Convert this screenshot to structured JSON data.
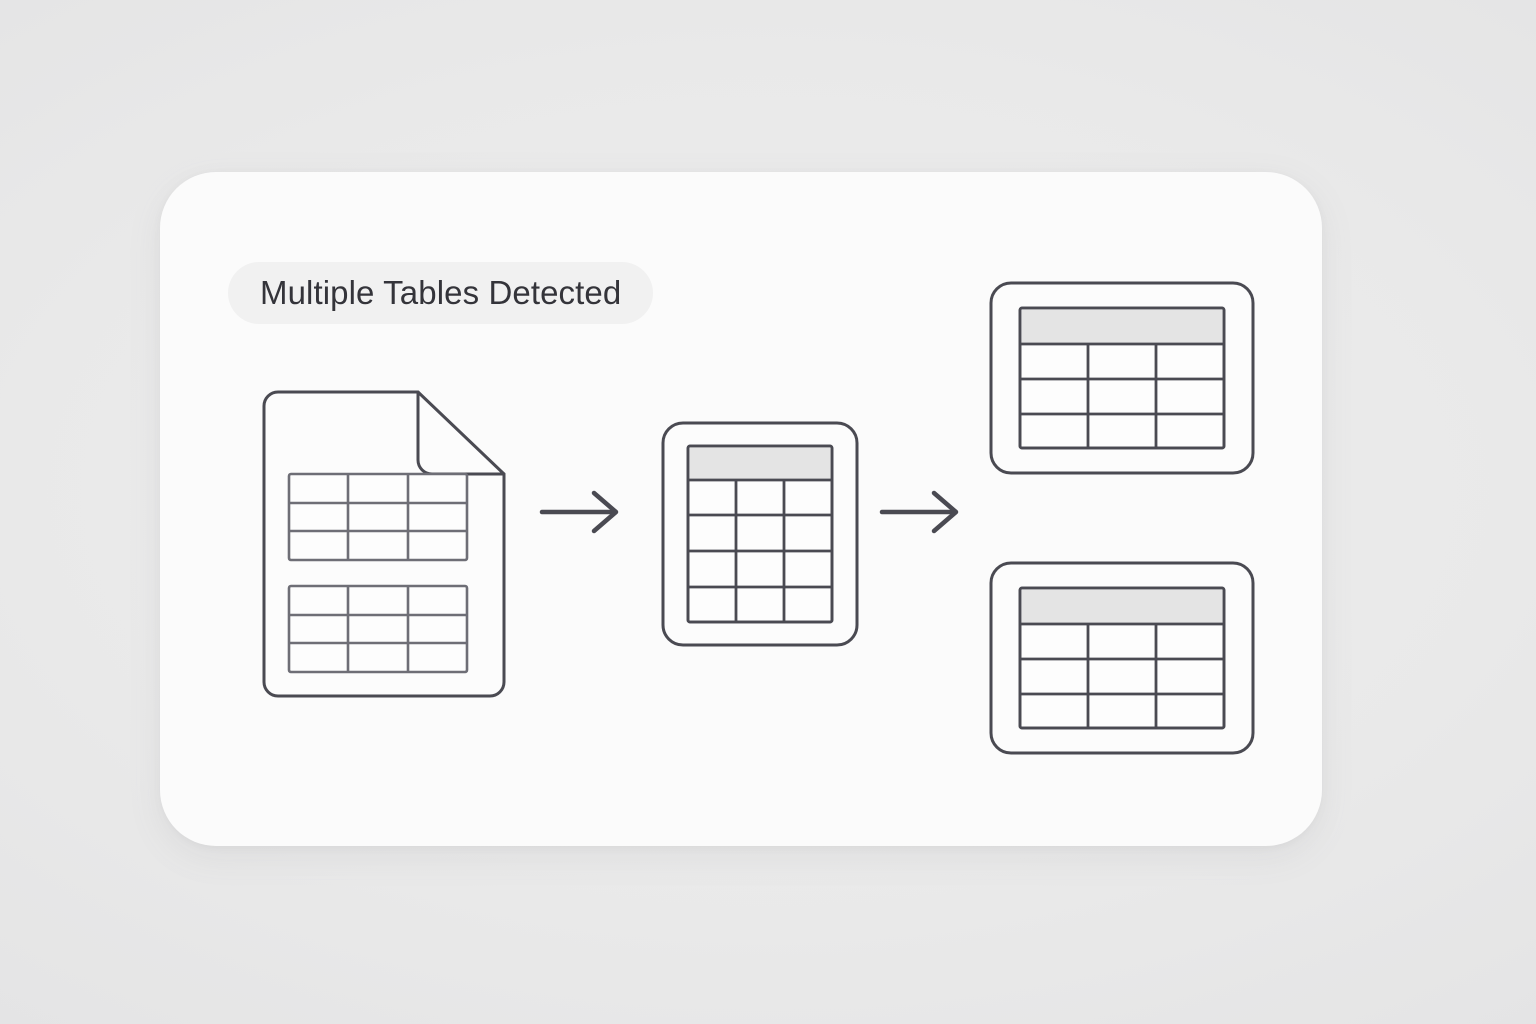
{
  "page": {
    "background_color": "#e8e8e8",
    "panel_color": "#fbfbfb"
  },
  "panel": {
    "title_badge": {
      "label": "Multiple Tables Detected",
      "background_color": "#f1f1f1",
      "text_color": "#34343a"
    }
  },
  "flow": {
    "stroke_color": "#4a4a52",
    "grid_color": "#6e6e76",
    "header_fill": "#e4e4e4",
    "nodes": [
      {
        "id": "source-document",
        "kind": "document",
        "label": "Source document with multiple tables",
        "tables": [
          {
            "columns": 3,
            "rows": 3,
            "has_header": false
          },
          {
            "columns": 3,
            "rows": 3,
            "has_header": false
          }
        ]
      },
      {
        "id": "detection-processor",
        "kind": "card-portrait",
        "label": "Detected table",
        "tables": [
          {
            "columns": 3,
            "rows": 4,
            "has_header": true
          }
        ]
      },
      {
        "id": "extracted-table-1",
        "kind": "card-landscape",
        "label": "Extracted table 1",
        "tables": [
          {
            "columns": 3,
            "rows": 3,
            "has_header": true
          }
        ]
      },
      {
        "id": "extracted-table-2",
        "kind": "card-landscape",
        "label": "Extracted table 2",
        "tables": [
          {
            "columns": 3,
            "rows": 3,
            "has_header": true
          }
        ]
      }
    ],
    "arrows": [
      {
        "id": "arrow-document-to-processor",
        "direction": "right"
      },
      {
        "id": "arrow-processor-to-outputs",
        "direction": "right"
      }
    ]
  }
}
